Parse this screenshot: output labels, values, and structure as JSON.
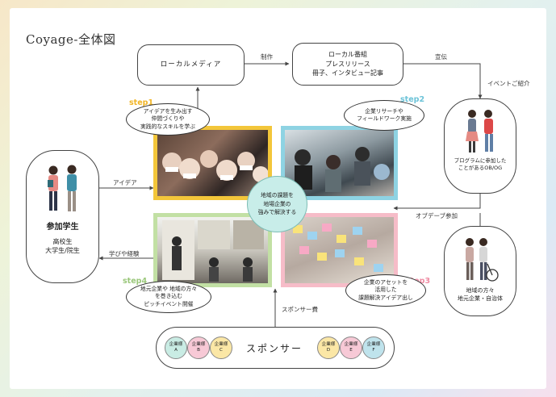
{
  "title": "Coyage-全体図",
  "nodes": {
    "local_media": "ローカルメディア",
    "local_program": [
      "ローカル番組",
      "プレスリリース",
      "冊子、インタビュー記事"
    ],
    "participants_title": "参加学生",
    "participants_sub": [
      "高校生",
      "大学生/院生"
    ],
    "alumni": [
      "プログラムに参加した",
      "ことがあるOB/OG"
    ],
    "locals": [
      "地域の方々",
      "地元企業・自治体"
    ],
    "center": [
      "地域の課題を",
      "地場企業の",
      "強みで解決する"
    ],
    "sponsor_title": "スポンサー"
  },
  "edge_labels": {
    "production": "制作",
    "promotion": "宣伝",
    "event_intro": "イベントご紹介",
    "idea": "アイデア",
    "ondemand": "オブデーブ参加",
    "learning": "学びや経験",
    "sponsor_fee": "スポンサー費"
  },
  "steps": [
    {
      "label": "step1",
      "text": [
        "アイデアを生み出す",
        "仲間づくりや",
        "実践的なスキルを学ぶ"
      ],
      "color": "#f1b526"
    },
    {
      "label": "step2",
      "text": [
        "企業リサーチや",
        "フィールドワーク実施"
      ],
      "color": "#6cc3d8"
    },
    {
      "label": "step3",
      "text": [
        "企業のアセットを",
        "活用した",
        "課題解決アイデア出し"
      ],
      "color": "#ef8aa2"
    },
    {
      "label": "step4",
      "text": [
        "地元企業や 地域の方々",
        "を巻き込む",
        "ピッチイベント開催"
      ],
      "color": "#9ac77a"
    }
  ],
  "sponsors": [
    {
      "name": [
        "企業様",
        "A"
      ],
      "color": "#c9ece4"
    },
    {
      "name": [
        "企業様",
        "B"
      ],
      "color": "#f7c9d6"
    },
    {
      "name": [
        "企業様",
        "C"
      ],
      "color": "#fbe7a6"
    },
    {
      "name": [
        "企業様",
        "D"
      ],
      "color": "#fbe7a6"
    },
    {
      "name": [
        "企業様",
        "E"
      ],
      "color": "#f7c9d6"
    },
    {
      "name": [
        "企業様",
        "F"
      ],
      "color": "#bfe3ec"
    }
  ],
  "colors": {
    "step1_frame": "#f3c63a",
    "step2_frame": "#8ed3e3",
    "step3_frame": "#f6bcc8",
    "step4_frame": "#c2e0a4",
    "center_fill": "#c8ede9"
  }
}
